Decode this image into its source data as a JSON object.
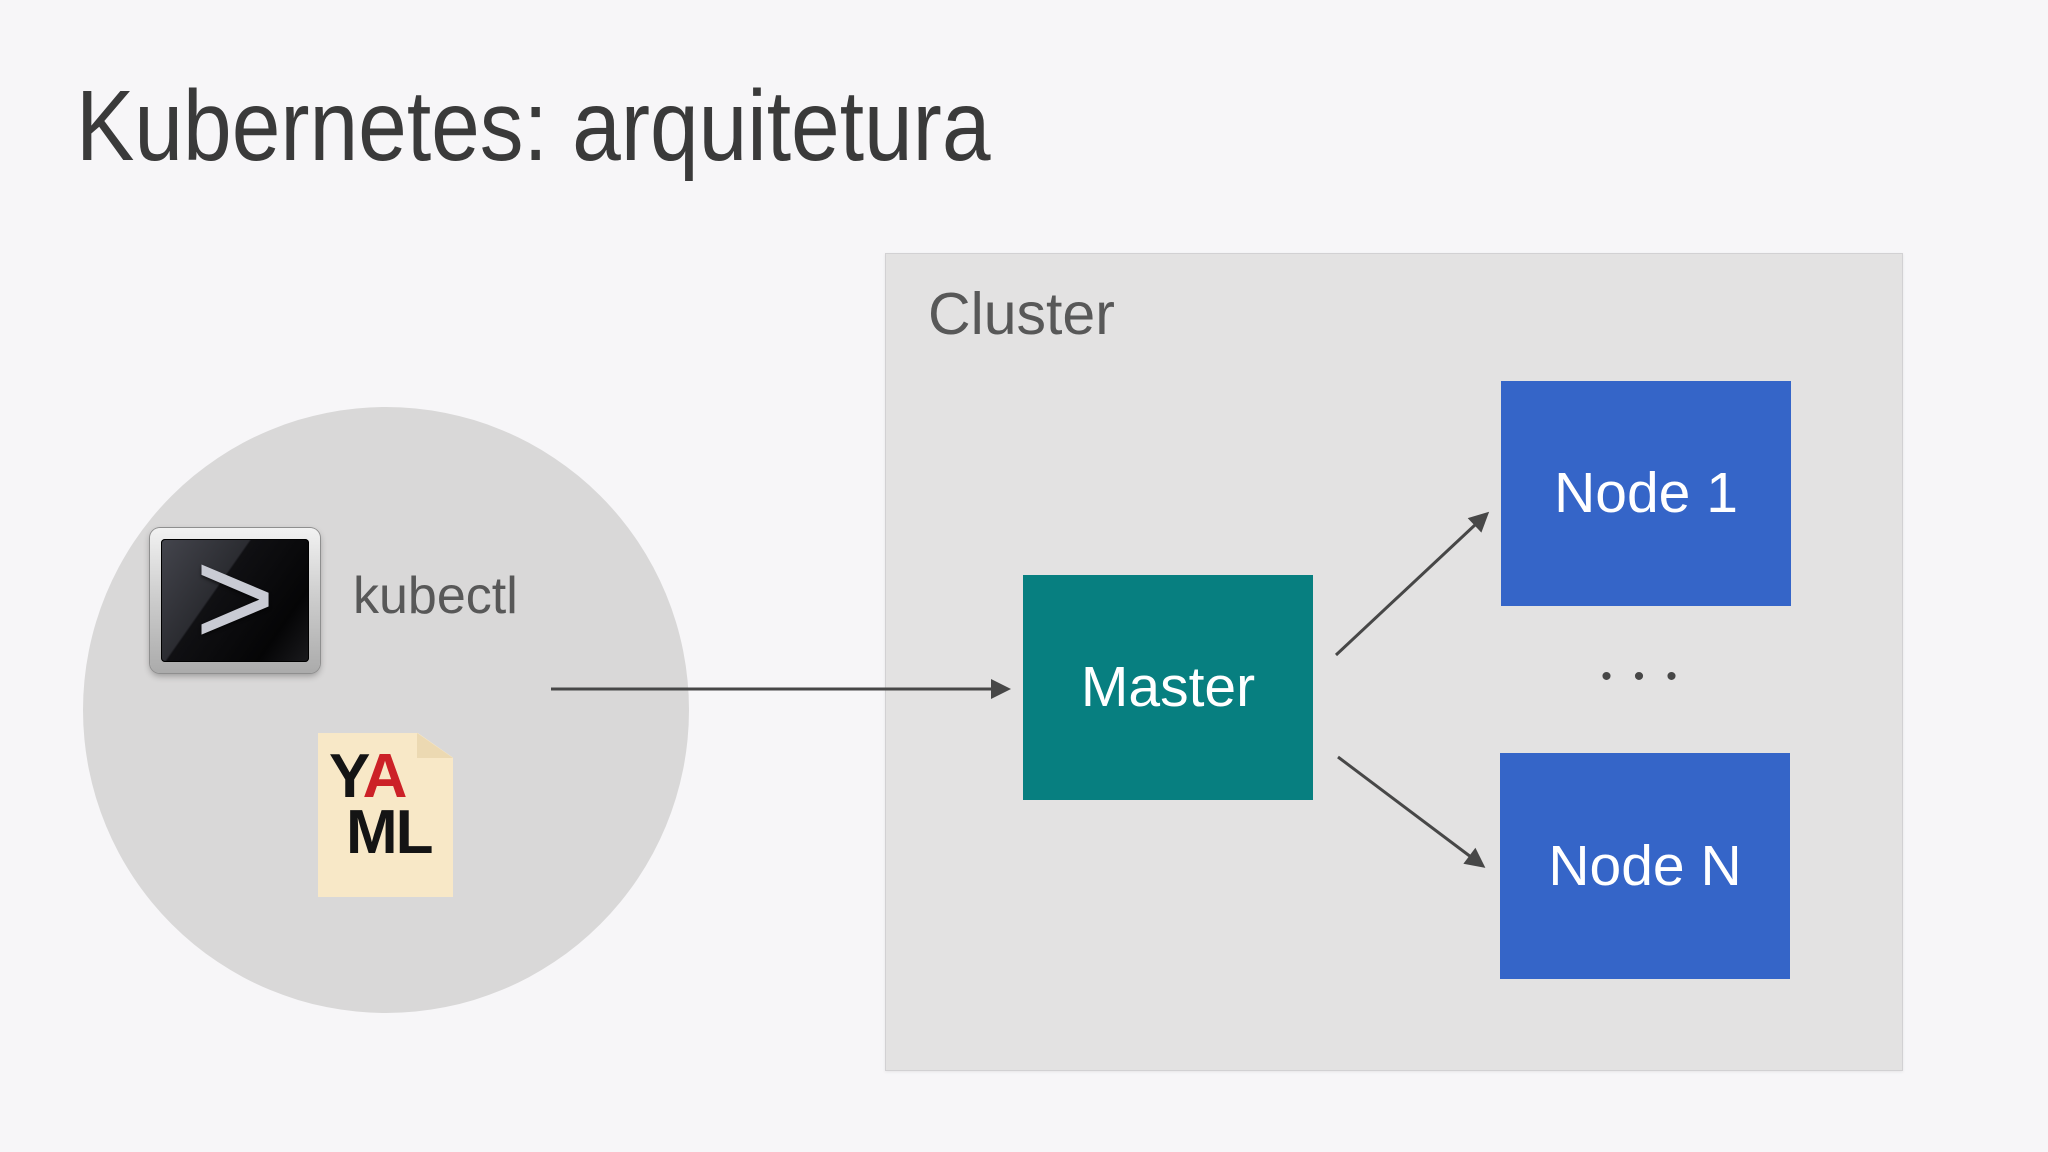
{
  "slide": {
    "title": "Kubernetes: arquitetura"
  },
  "client_group": {
    "terminal_prompt": ">",
    "kubectl_label": "kubectl",
    "yaml_icon": {
      "line1_black": "Y",
      "line1_red": "A",
      "line2": "ML"
    }
  },
  "cluster": {
    "label": "Cluster",
    "master": {
      "label": "Master"
    },
    "nodes": [
      {
        "label": "Node 1"
      },
      {
        "label": "Node N"
      }
    ],
    "ellipsis": "•••"
  },
  "colors": {
    "background": "#f7f6f8",
    "title_text": "#3a3a3a",
    "label_text": "#585858",
    "circle_fill": "#d9d8d8",
    "cluster_fill": "#e3e2e2",
    "master_fill": "#077f80",
    "node_fill": "#3565c8",
    "arrow": "#474747",
    "yaml_paper": "#f8e8c7",
    "yaml_red": "#cc2127"
  }
}
